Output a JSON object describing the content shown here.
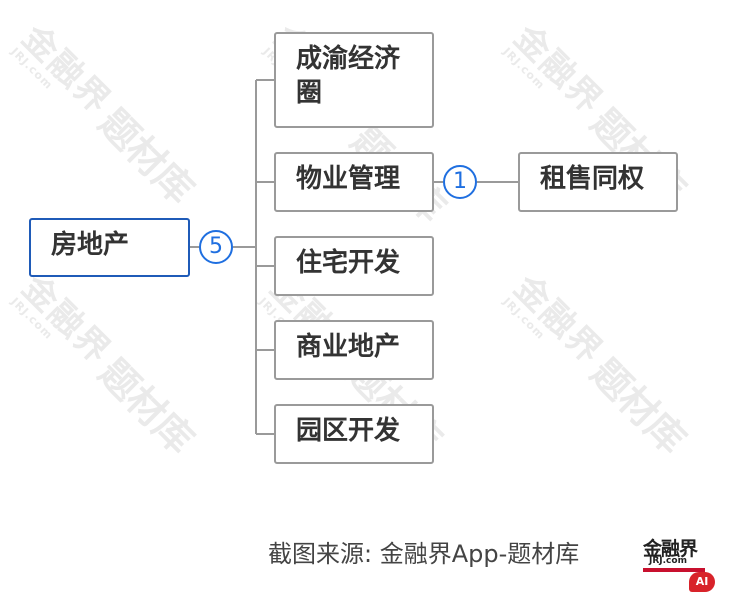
{
  "mindmap": {
    "root": {
      "label": "房地产",
      "count": "5"
    },
    "children": [
      {
        "label": "成渝经济圈"
      },
      {
        "label": "物业管理",
        "count": "1",
        "children": [
          {
            "label": "租售同权"
          }
        ]
      },
      {
        "label": "住宅开发"
      },
      {
        "label": "商业地产"
      },
      {
        "label": "园区开发"
      }
    ]
  },
  "watermark": {
    "brand": "金融界",
    "sub": "JRJ.com",
    "topic": "题材库"
  },
  "caption": {
    "text": "截图来源: 金融界App-题材库"
  },
  "logo": {
    "brand": "金融界",
    "sub": "JRJ.com",
    "ai": "AI"
  },
  "colors": {
    "root_border": "#1f5bb8",
    "badge": "#1f6fe0",
    "node_border": "#9a9a9a",
    "line": "#9a9a9a",
    "logo_red": "#c8102e"
  }
}
